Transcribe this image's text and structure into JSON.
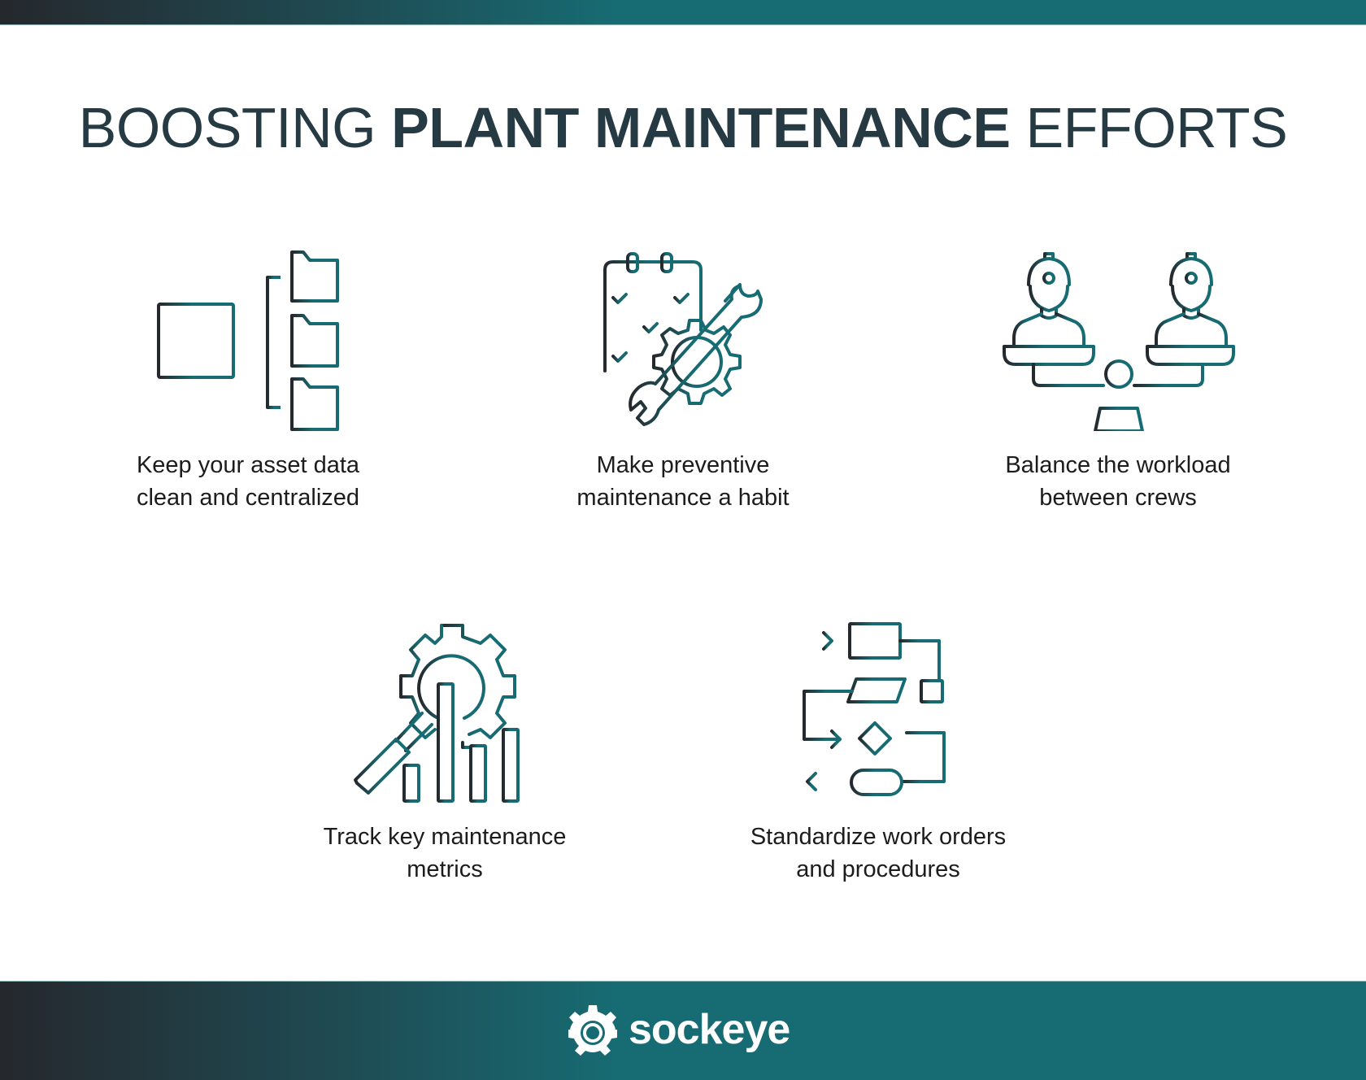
{
  "header": {
    "title_prefix": "BOOSTING",
    "title_emphasis": "PLANT MAINTENANCE",
    "title_suffix": "EFFORTS"
  },
  "colors": {
    "gradient_dark": "#25282d",
    "teal": "#176b72",
    "title_text": "#263a44",
    "label_text": "#1c1c1c",
    "background": "#ffffff"
  },
  "items": [
    {
      "icon": "server-folders-icon",
      "label": "Keep your asset data\nclean and centralized"
    },
    {
      "icon": "calendar-wrench-gear-icon",
      "label": "Make preventive\nmaintenance a habit"
    },
    {
      "icon": "workers-balance-scale-icon",
      "label": "Balance the workload\nbetween crews"
    },
    {
      "icon": "gear-magnifier-bar-chart-icon",
      "label": "Track key maintenance\nmetrics"
    },
    {
      "icon": "flowchart-icon",
      "label": "Standardize work orders\nand procedures"
    }
  ],
  "footer": {
    "logo_icon": "sockeye-gear-eye-icon",
    "brand_name": "sockeye"
  }
}
